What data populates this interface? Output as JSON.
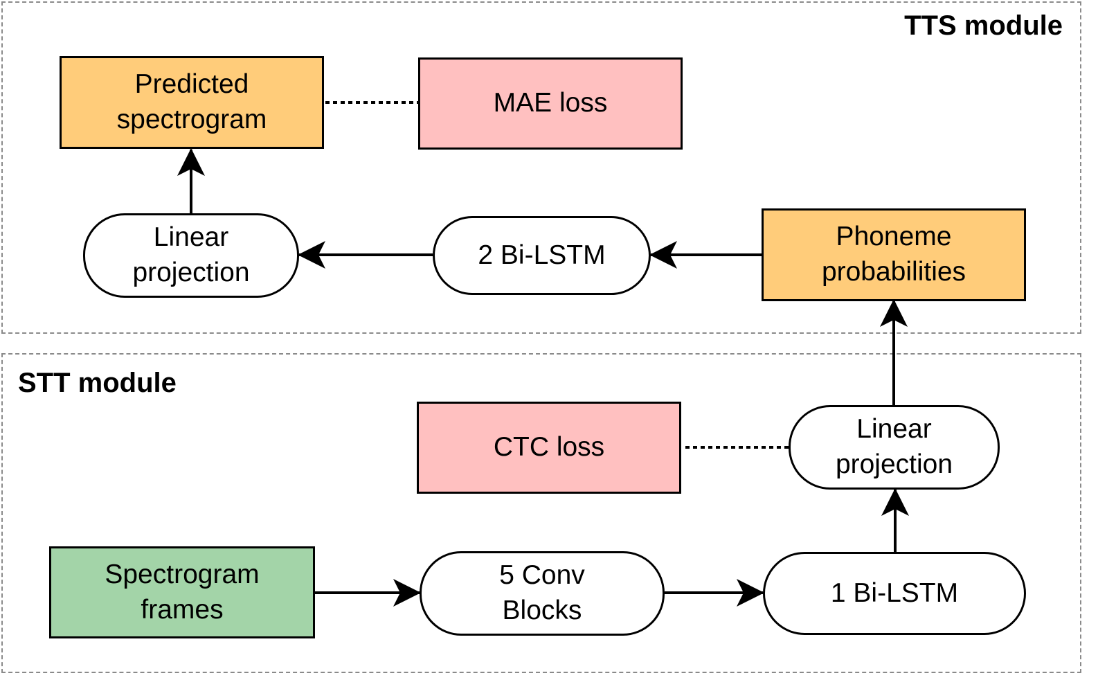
{
  "modules": {
    "tts": {
      "title": "TTS module"
    },
    "stt": {
      "title": "STT module"
    }
  },
  "nodes": {
    "predicted_spectrogram": {
      "lines": [
        "Predicted",
        "spectrogram"
      ],
      "color": "#ffcc7a"
    },
    "mae_loss": {
      "lines": [
        "MAE loss"
      ],
      "color": "#ffc0c0"
    },
    "linear_projection_tts": {
      "lines": [
        "Linear",
        "projection"
      ]
    },
    "bilstm_2": {
      "lines": [
        "2 Bi-LSTM"
      ]
    },
    "phoneme_probabilities": {
      "lines": [
        "Phoneme",
        "probabilities"
      ],
      "color": "#ffcc7a"
    },
    "ctc_loss": {
      "lines": [
        "CTC loss"
      ],
      "color": "#ffc0c0"
    },
    "linear_projection_stt": {
      "lines": [
        "Linear",
        "projection"
      ]
    },
    "spectrogram_frames": {
      "lines": [
        "Spectrogram",
        "frames"
      ],
      "color": "#a3d4a8"
    },
    "conv_blocks": {
      "lines": [
        "5 Conv",
        "Blocks"
      ]
    },
    "bilstm_1": {
      "lines": [
        "1 Bi-LSTM"
      ]
    }
  }
}
